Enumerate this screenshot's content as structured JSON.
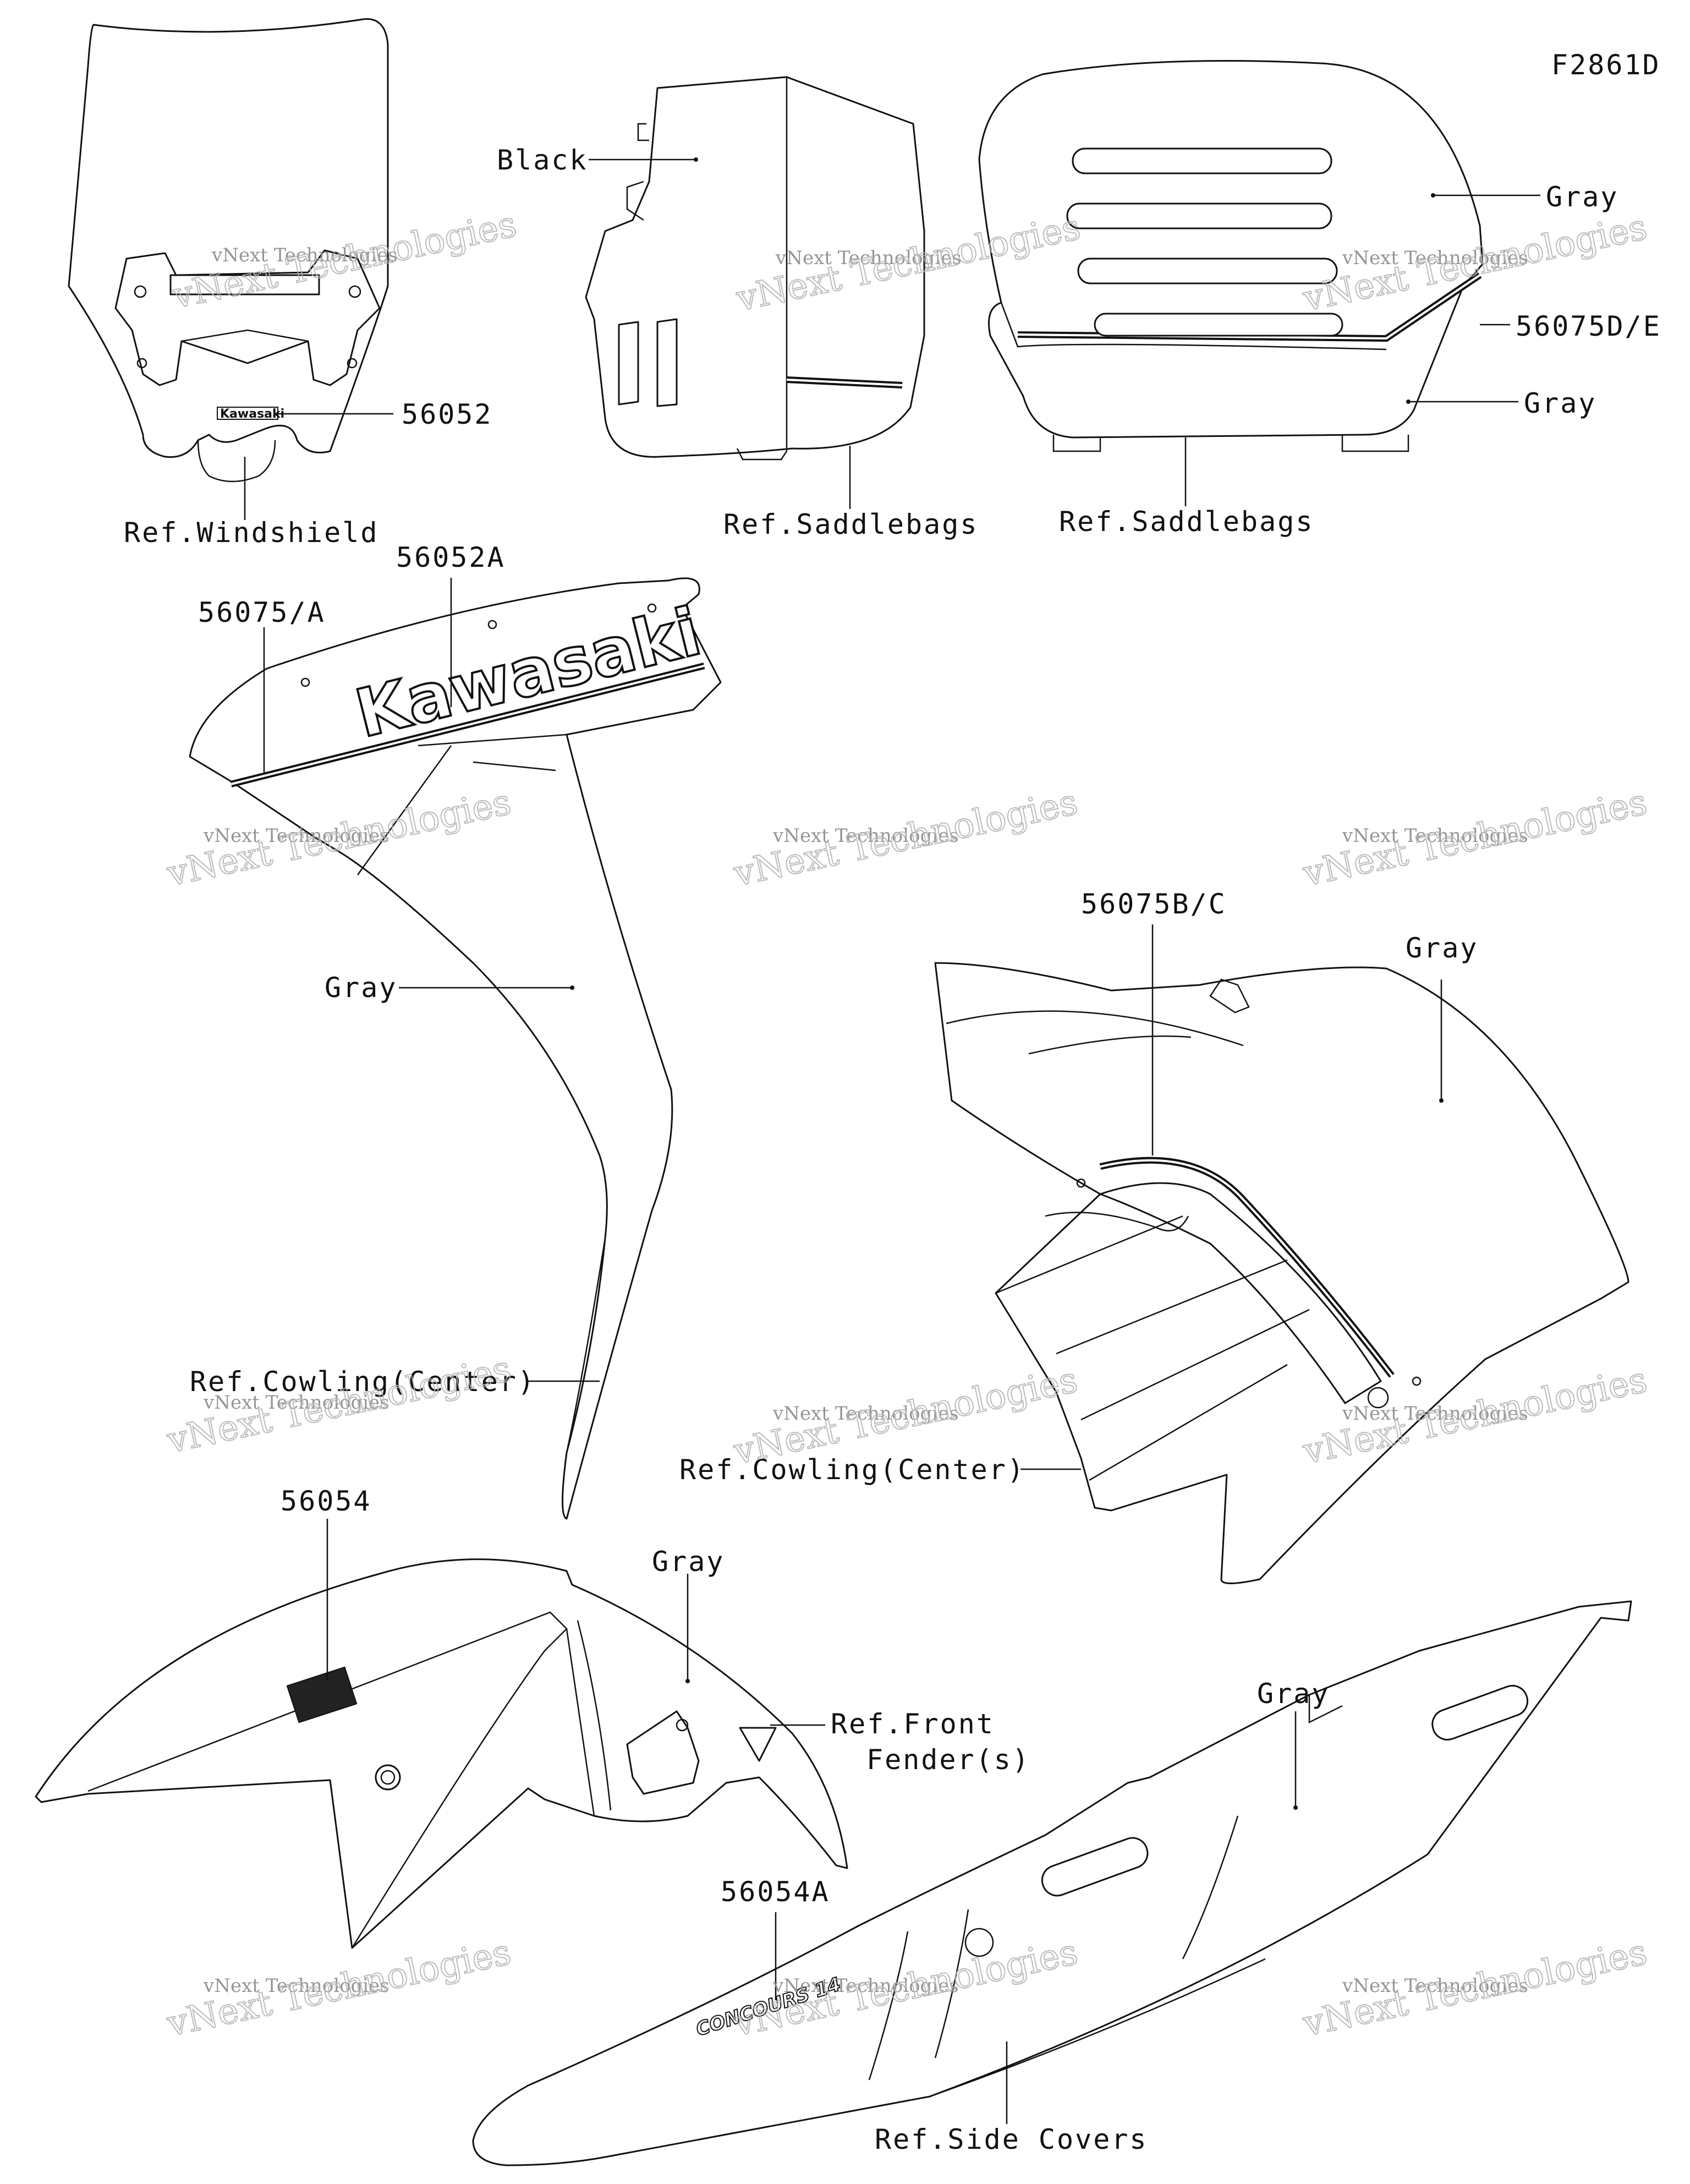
{
  "figure_code": "F2861D",
  "windshield": {
    "part_number": "56052",
    "decal_text": "Kawasaki",
    "ref_label": "Ref.Windshield"
  },
  "saddlebag_left": {
    "color_label": "Black",
    "ref_label": "Ref.Saddlebags"
  },
  "saddlebag_right": {
    "upper_color_label": "Gray",
    "part_number": "56075D/E",
    "lower_color_label": "Gray",
    "ref_label": "Ref.Saddlebags"
  },
  "cowling_left": {
    "part_number_logo": "56052A",
    "part_number_stripe": "56075/A",
    "logo_text": "Kawasaki",
    "color_label": "Gray",
    "ref_label": "Ref.Cowling(Center)"
  },
  "cowling_right": {
    "part_number": "56075B/C",
    "color_label": "Gray",
    "ref_label": "Ref.Cowling(Center)"
  },
  "front_fender": {
    "part_number": "56054",
    "color_label": "Gray",
    "ref_label_line1": "Ref.Front",
    "ref_label_line2": "Fender(s)"
  },
  "side_cover": {
    "part_number": "56054A",
    "color_label": "Gray",
    "ref_label": "Ref.Side Covers"
  },
  "watermark": {
    "line1": "vNext Technologies",
    "line2": "vNext Technologies"
  }
}
